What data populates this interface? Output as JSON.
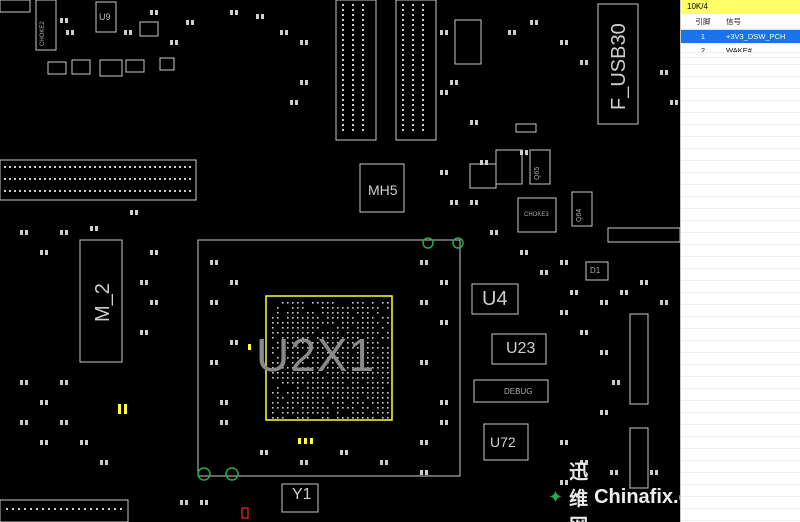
{
  "board": {
    "labels": {
      "u2x1": "U2X1",
      "u4": "U4",
      "u23": "U23",
      "u72": "U72",
      "mh5": "MH5",
      "m2": "M_2",
      "usb30": "F_USB30",
      "y1": "Y1",
      "choke3": "CHOKE3",
      "choke2": "CHOKE2",
      "u9": "U9",
      "debug": "DEBUG",
      "q65": "Q65",
      "q64": "Q64",
      "d1": "D1"
    },
    "colors": {
      "background": "#000000",
      "outline": "#c8c8c8",
      "highlight": "#ffff33",
      "pad": "#dddddd",
      "via": "#22aa55",
      "red": "#ff2222"
    }
  },
  "panel": {
    "title": "10K/4",
    "columns": {
      "pin": "引脚",
      "signal": "信号"
    },
    "rows": [
      {
        "pin": "1",
        "signal": "+3V3_DSW_PCH",
        "selected": true
      },
      {
        "pin": "2",
        "signal": "WAKE#",
        "selected": false
      }
    ]
  },
  "watermark": {
    "cn": "迅维网",
    "en": "Chinafix.com"
  }
}
